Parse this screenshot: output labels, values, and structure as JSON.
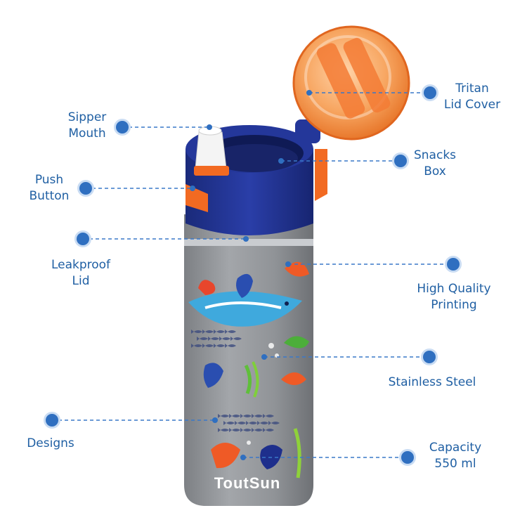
{
  "colors": {
    "callout": "#2f6fc0",
    "label_text": "#1f5fa3",
    "lid_navy": "#1e2f8c",
    "lid_orange": "#f26a22",
    "body_gray": "#8f9296"
  },
  "brand": "ToutSun",
  "callouts": [
    {
      "id": "sipper-mouth",
      "text": "Sipper\nMouth"
    },
    {
      "id": "push-button",
      "text": "Push\nButton"
    },
    {
      "id": "leakproof-lid",
      "text": "Leakproof\nLid"
    },
    {
      "id": "designs",
      "text": "Designs"
    },
    {
      "id": "tritan-lid-cover",
      "text": "Tritan\nLid Cover"
    },
    {
      "id": "snacks-box",
      "text": "Snacks\nBox"
    },
    {
      "id": "high-quality-printing",
      "text": "High Quality\nPrinting"
    },
    {
      "id": "stainless-steel",
      "text": "Stainless Steel"
    },
    {
      "id": "capacity",
      "text": "Capacity\n550 ml"
    }
  ]
}
